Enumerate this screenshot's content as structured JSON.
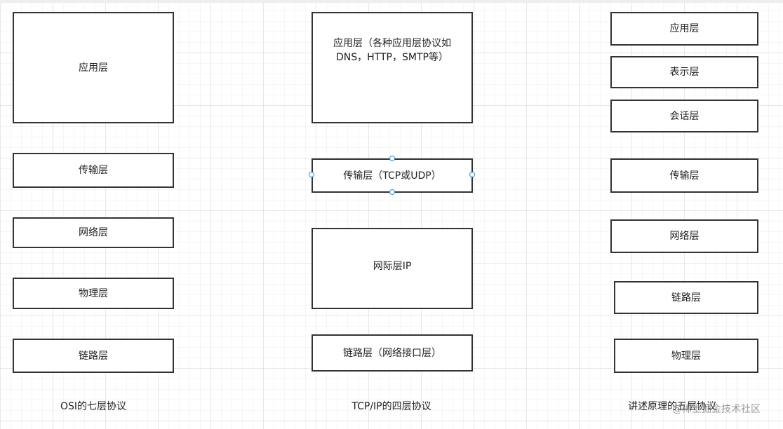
{
  "osi": {
    "caption": "OSI的七层协议",
    "layers": [
      "应用层",
      "传输层",
      "网络层",
      "物理层",
      "链路层"
    ]
  },
  "tcpip": {
    "caption": "TCP/IP的四层协议",
    "layers": [
      "应用层（各种应用层协议如DNS，HTTP，SMTP等）",
      "传输层（TCP或UDP）",
      "网际层IP",
      "链路层（网络接口层）"
    ]
  },
  "five": {
    "caption": "讲述原理的五层协议",
    "layers": [
      "应用层",
      "表示层",
      "会话层",
      "传输层",
      "网络层",
      "链路层",
      "物理层"
    ]
  },
  "watermark": "@稀土掘金技术社区"
}
